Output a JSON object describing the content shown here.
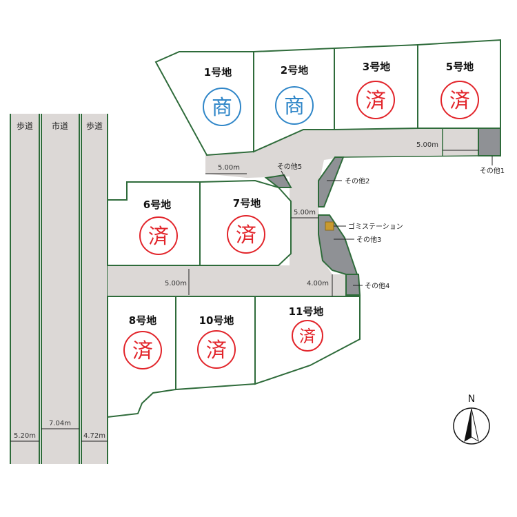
{
  "road_labels": {
    "sidewalk_left": "歩道",
    "city_road": "市道",
    "sidewalk_right": "歩道"
  },
  "road_widths": {
    "sidewalk_left": "5.20m",
    "city_road": "7.04m",
    "sidewalk_right": "4.72m"
  },
  "internal_roads": {
    "upper_right": "5.00m",
    "upper_left": "5.00m",
    "middle_vertical": "5.00m",
    "lower_horizontal": "5.00m",
    "lower_right": "4.00m"
  },
  "lots": [
    {
      "id": "1",
      "label": "1号地",
      "stamp": "商",
      "status": "commercial",
      "color": "#2f86c8"
    },
    {
      "id": "2",
      "label": "2号地",
      "stamp": "商",
      "status": "commercial",
      "color": "#2f86c8"
    },
    {
      "id": "3",
      "label": "3号地",
      "stamp": "済",
      "status": "sold",
      "color": "#e2242a"
    },
    {
      "id": "5",
      "label": "5号地",
      "stamp": "済",
      "status": "sold",
      "color": "#e2242a"
    },
    {
      "id": "6",
      "label": "6号地",
      "stamp": "済",
      "status": "sold",
      "color": "#e2242a"
    },
    {
      "id": "7",
      "label": "7号地",
      "stamp": "済",
      "status": "sold",
      "color": "#e2242a"
    },
    {
      "id": "8",
      "label": "8号地",
      "stamp": "済",
      "status": "sold",
      "color": "#e2242a"
    },
    {
      "id": "10",
      "label": "10号地",
      "stamp": "済",
      "status": "sold",
      "color": "#e2242a"
    },
    {
      "id": "11",
      "label": "11号地",
      "stamp": "済",
      "status": "sold",
      "color": "#e2242a"
    }
  ],
  "callouts": {
    "other1": "その他1",
    "other2": "その他2",
    "garbage_station": "ゴミステーション",
    "other3": "その他3",
    "other4": "その他4",
    "other5": "その他5"
  },
  "compass": {
    "label": "N"
  },
  "colors": {
    "lot_border": "#2e6b3a",
    "road_fill": "#dcd8d6",
    "other_fill": "#8f9195",
    "garbage_fill": "#c99a2e",
    "sold_stamp": "#e2242a",
    "commercial_stamp": "#2f86c8"
  }
}
